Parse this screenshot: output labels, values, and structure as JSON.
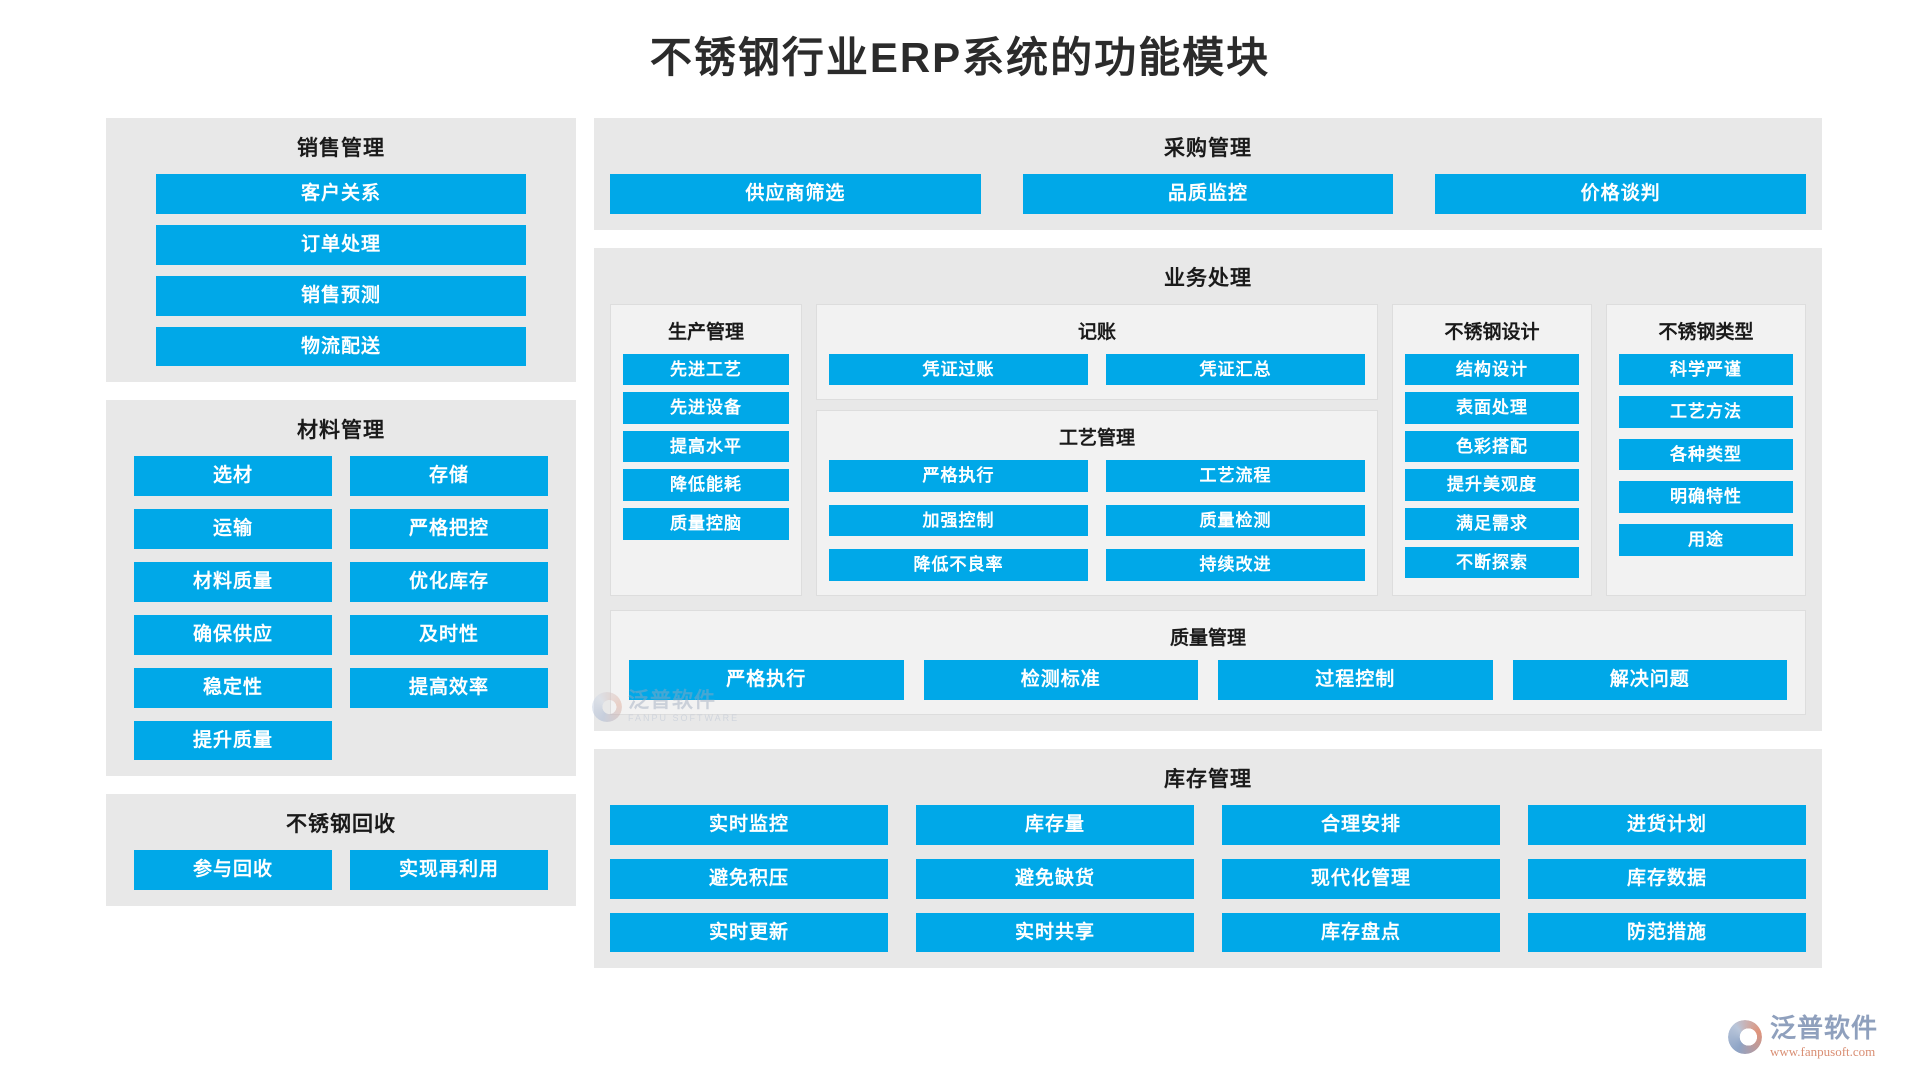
{
  "title": "不锈钢行业ERP系统的功能模块",
  "sales": {
    "title": "销售管理",
    "items": [
      "客户关系",
      "订单处理",
      "销售预测",
      "物流配送"
    ]
  },
  "material": {
    "title": "材料管理",
    "items": [
      "选材",
      "存储",
      "运输",
      "严格把控",
      "材料质量",
      "优化库存",
      "确保供应",
      "及时性",
      "稳定性",
      "提高效率",
      "提升质量"
    ]
  },
  "recycle": {
    "title": "不锈钢回收",
    "items": [
      "参与回收",
      "实现再利用"
    ]
  },
  "purchase": {
    "title": "采购管理",
    "items": [
      "供应商筛选",
      "品质监控",
      "价格谈判"
    ]
  },
  "business": {
    "title": "业务处理",
    "production": {
      "title": "生产管理",
      "items": [
        "先进工艺",
        "先进设备",
        "提高水平",
        "降低能耗",
        "质量控脑"
      ]
    },
    "accounting": {
      "title": "记账",
      "items": [
        "凭证过账",
        "凭证汇总"
      ]
    },
    "process": {
      "title": "工艺管理",
      "items": [
        "严格执行",
        "工艺流程",
        "加强控制",
        "质量检测",
        "降低不良率",
        "持续改进"
      ]
    },
    "design": {
      "title": "不锈钢设计",
      "items": [
        "结构设计",
        "表面处理",
        "色彩搭配",
        "提升美观度",
        "满足需求",
        "不断探索"
      ]
    },
    "steeltype": {
      "title": "不锈钢类型",
      "items": [
        "科学严谨",
        "工艺方法",
        "各种类型",
        "明确特性",
        "用途"
      ]
    },
    "quality": {
      "title": "质量管理",
      "items": [
        "严格执行",
        "检测标准",
        "过程控制",
        "解决问题"
      ]
    }
  },
  "inventory": {
    "title": "库存管理",
    "items": [
      "实时监控",
      "库存量",
      "合理安排",
      "进货计划",
      "避免积压",
      "避免缺货",
      "现代化管理",
      "库存数据",
      "实时更新",
      "实时共享",
      "库存盘点",
      "防范措施"
    ]
  },
  "watermark": {
    "cn": "泛普软件",
    "en": "FANPU SOFTWARE"
  },
  "brand": {
    "cn": "泛普软件",
    "url": "www.fanpusoft.com"
  },
  "colors": {
    "chip": "#00a8e8",
    "panel": "#e8e8e8",
    "subpanel": "#f2f2f2",
    "title": "#2b2b2b"
  }
}
